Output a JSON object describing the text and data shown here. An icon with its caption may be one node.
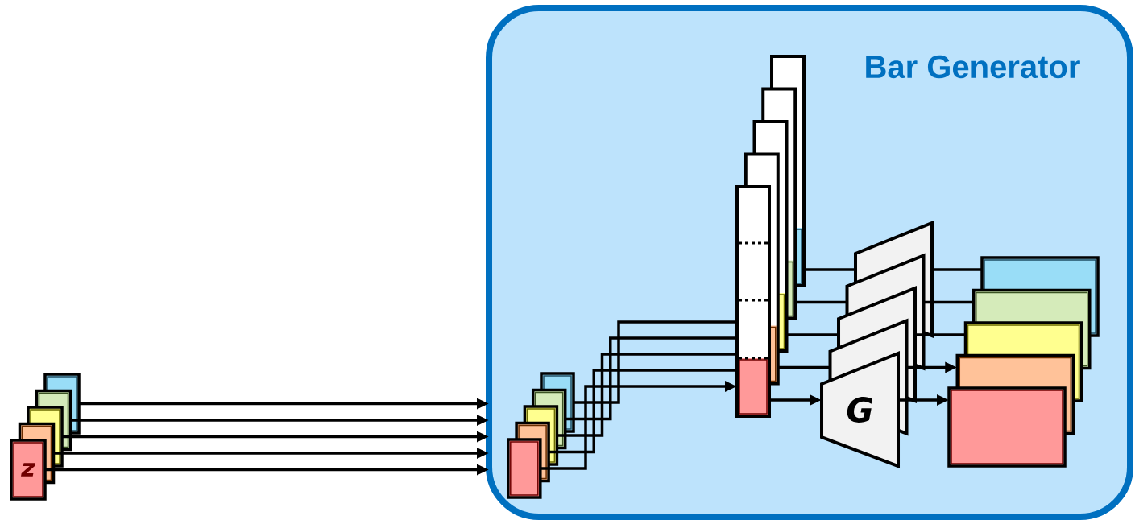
{
  "diagram": {
    "nodes": [
      {
        "text": [
          "Bar Generator"
        ]
      },
      {
        "text": [],
        "shape": "box"
      },
      {
        "text": [],
        "shape": "box"
      },
      {
        "text": [],
        "shape": "box"
      },
      {
        "text": [],
        "shape": "box"
      },
      {
        "text": [
          "z"
        ]
      },
      {
        "text": [],
        "shape": "box",
        "in": 0
      },
      {
        "text": [],
        "shape": "box",
        "in": 0
      },
      {
        "text": [],
        "shape": "box",
        "in": 0
      },
      {
        "text": [],
        "shape": "box",
        "in": 0
      },
      {
        "text": [],
        "shape": "box",
        "in": 0
      },
      {
        "text": [],
        "shape": "bar",
        "in": 0
      },
      {
        "text": [],
        "shape": "bar",
        "in": 0
      },
      {
        "text": [],
        "shape": "bar",
        "in": 0
      },
      {
        "text": [],
        "shape": "bar",
        "in": 0
      },
      {
        "text": [],
        "shape": "bar",
        "in": 0
      },
      {
        "text": [],
        "shape": "trapezoid",
        "in": 0
      },
      {
        "text": [],
        "shape": "trapezoid",
        "in": 0
      },
      {
        "text": [],
        "shape": "trapezoid",
        "in": 0
      },
      {
        "text": [],
        "shape": "trapezoid",
        "in": 0
      },
      {
        "text": [
          "G"
        ],
        "in": 0
      },
      {
        "text": [],
        "shape": "box",
        "in": 0
      },
      {
        "text": [],
        "shape": "box",
        "in": 0
      },
      {
        "text": [],
        "shape": "box",
        "in": 0
      },
      {
        "text": [],
        "shape": "box",
        "in": 0
      },
      {
        "text": [],
        "shape": "box",
        "in": 0
      }
    ],
    "edges": [
      {
        "from": 1,
        "to": 0,
        "arrow": "to"
      },
      {
        "from": 2,
        "to": 0,
        "arrow": "to"
      },
      {
        "from": 3,
        "to": 0,
        "arrow": "to"
      },
      {
        "from": 4,
        "to": 0,
        "arrow": "to"
      },
      {
        "from": 5,
        "to": 0,
        "arrow": "to"
      },
      {
        "from": 6,
        "to": 15,
        "arrow": "none"
      },
      {
        "from": 7,
        "to": 15,
        "arrow": "none"
      },
      {
        "from": 8,
        "to": 15,
        "arrow": "none"
      },
      {
        "from": 9,
        "to": 15,
        "arrow": "none"
      },
      {
        "from": 10,
        "to": 15,
        "arrow": "to"
      },
      {
        "from": 11,
        "to": 16,
        "arrow": "none"
      },
      {
        "from": 12,
        "to": 17,
        "arrow": "none"
      },
      {
        "from": 13,
        "to": 18,
        "arrow": "none"
      },
      {
        "from": 14,
        "to": 19,
        "arrow": "none"
      },
      {
        "from": 15,
        "to": 20,
        "arrow": "to"
      },
      {
        "from": 16,
        "to": 21,
        "arrow": "none"
      },
      {
        "from": 17,
        "to": 22,
        "arrow": "none"
      },
      {
        "from": 18,
        "to": 23,
        "arrow": "none"
      },
      {
        "from": 19,
        "to": 24,
        "arrow": "to"
      },
      {
        "from": 20,
        "to": 25,
        "arrow": "to"
      }
    ]
  }
}
